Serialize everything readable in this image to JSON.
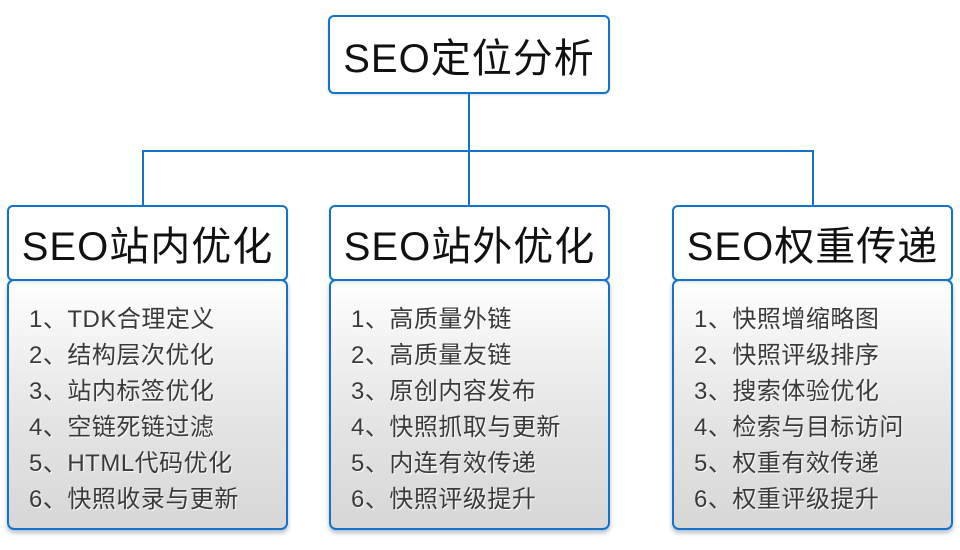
{
  "diagram": {
    "title": "SEO定位分析",
    "accent_color": "#1273c9",
    "columns": [
      {
        "title": "SEO站内优化",
        "items": [
          "1、TDK合理定义",
          "2、结构层次优化",
          "3、站内标签优化",
          "4、空链死链过滤",
          "5、HTML代码优化",
          "6、快照收录与更新"
        ]
      },
      {
        "title": "SEO站外优化",
        "items": [
          "1、高质量外链",
          "2、高质量友链",
          "3、原创内容发布",
          "4、快照抓取与更新",
          "5、内连有效传递",
          "6、快照评级提升"
        ]
      },
      {
        "title": "SEO权重传递",
        "items": [
          "1、快照增缩略图",
          "2、快照评级排序",
          "3、搜索体验优化",
          "4、检索与目标访问",
          "5、权重有效传递",
          "6、权重评级提升"
        ]
      }
    ]
  }
}
